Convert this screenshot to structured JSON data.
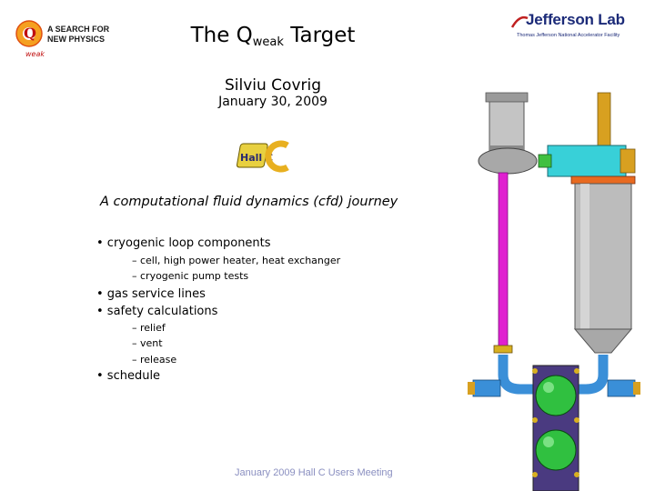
{
  "logo_left": {
    "line1": "A SEARCH FOR",
    "line2": "NEW PHYSICS",
    "brand": "weak"
  },
  "logo_right": {
    "name": "Jefferson Lab",
    "tagline": "Thomas Jefferson National Accelerator Facility"
  },
  "title": {
    "main": "The Q",
    "subscript": "weak",
    "rest": " Target"
  },
  "author": "Silviu Covrig",
  "date": "January 30, 2009",
  "hall_logo_text": "Hall C",
  "heading": "A computational fluid dynamics (cfd) journey",
  "bullets": [
    {
      "text": "• cryogenic loop components",
      "subs": [
        "– cell, high power heater, heat exchanger",
        "– cryogenic pump tests"
      ]
    },
    {
      "text": "• gas service lines",
      "subs": []
    },
    {
      "text": "• safety calculations",
      "subs": [
        "– relief",
        "– vent",
        "– release"
      ]
    },
    {
      "text": "• schedule",
      "subs": []
    }
  ],
  "footer": "January 2009 Hall C Users Meeting",
  "colors": {
    "pipe_magenta": "#e020d0",
    "pipe_blue": "#3a8fd8",
    "vessel_gray": "#b8b8b8",
    "pump_cyan": "#38d0d8",
    "gold": "#d8a020",
    "sphere_green": "#30c040",
    "footer": "#8a8fc0"
  }
}
